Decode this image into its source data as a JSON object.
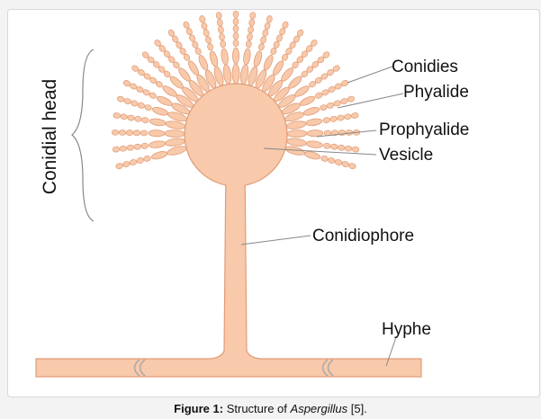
{
  "diagram": {
    "colors": {
      "fill": "#f8c9aa",
      "stroke": "#e09c77",
      "leader": "#888888",
      "text": "#111111"
    },
    "labels": {
      "conidies": "Conidies",
      "phyalide": "Phyalide",
      "prophyalide": "Prophyalide",
      "vesicle": "Vesicle",
      "conidiophore": "Conidiophore",
      "hyphe": "Hyphe",
      "conidial_head": "Conidial head"
    }
  },
  "caption": {
    "figure_label": "Figure 1:",
    "text_before": "Structure of",
    "organism": "Aspergillus",
    "reference": "[5]."
  }
}
